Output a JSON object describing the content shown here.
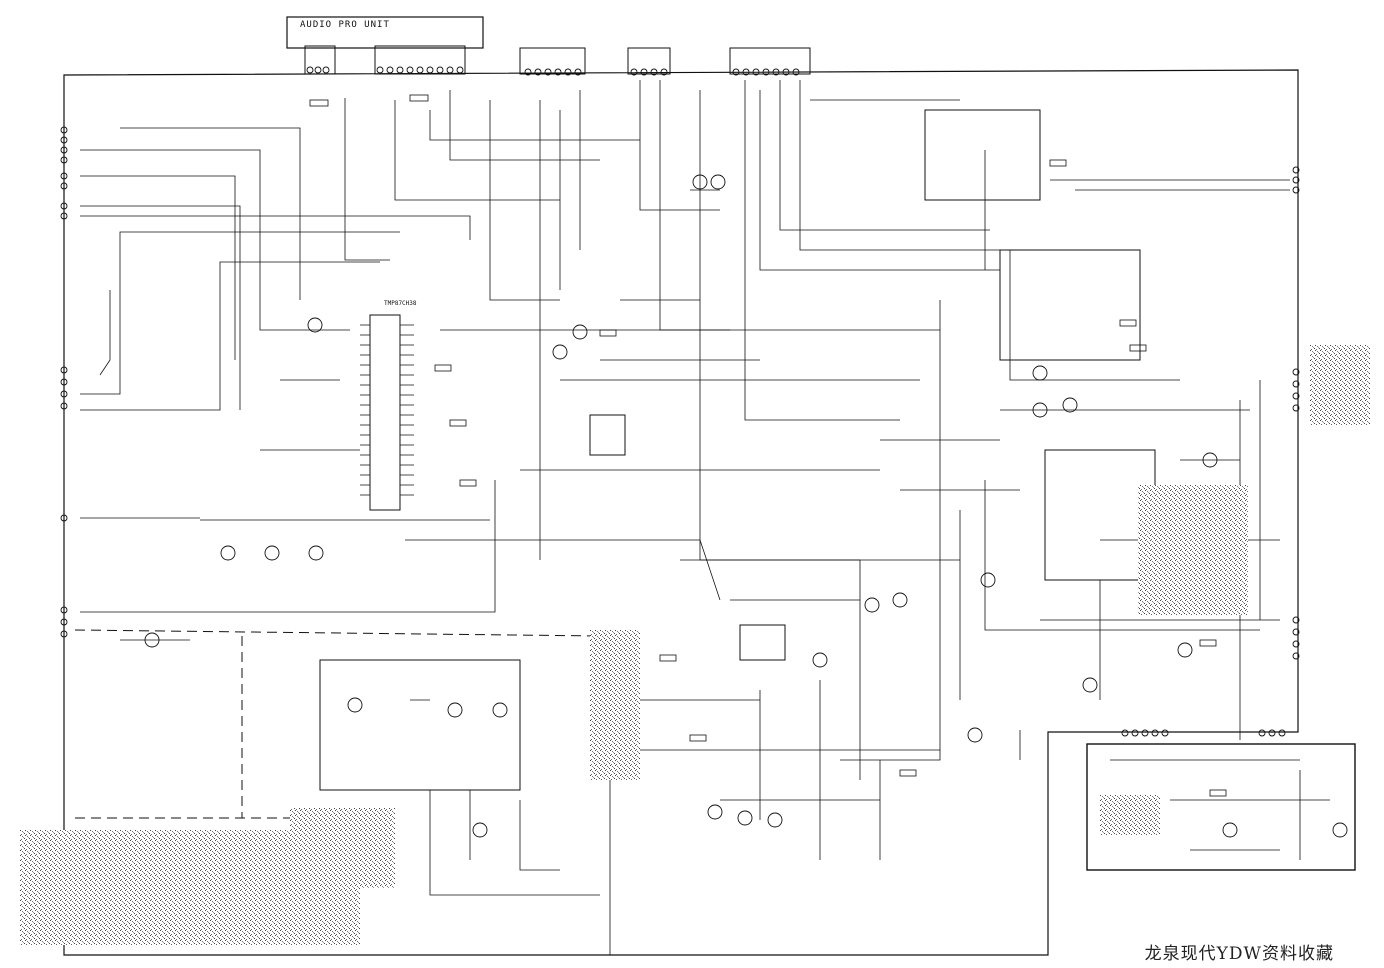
{
  "schematic": {
    "audio_board_label": "AUDIO PRO UNIT",
    "main_ic_label": "TMP87CH38",
    "watermark": "龙泉现代YDW资料收藏"
  },
  "colors": {
    "ink": "#111111",
    "paper": "#ffffff",
    "noise": "#555555"
  }
}
